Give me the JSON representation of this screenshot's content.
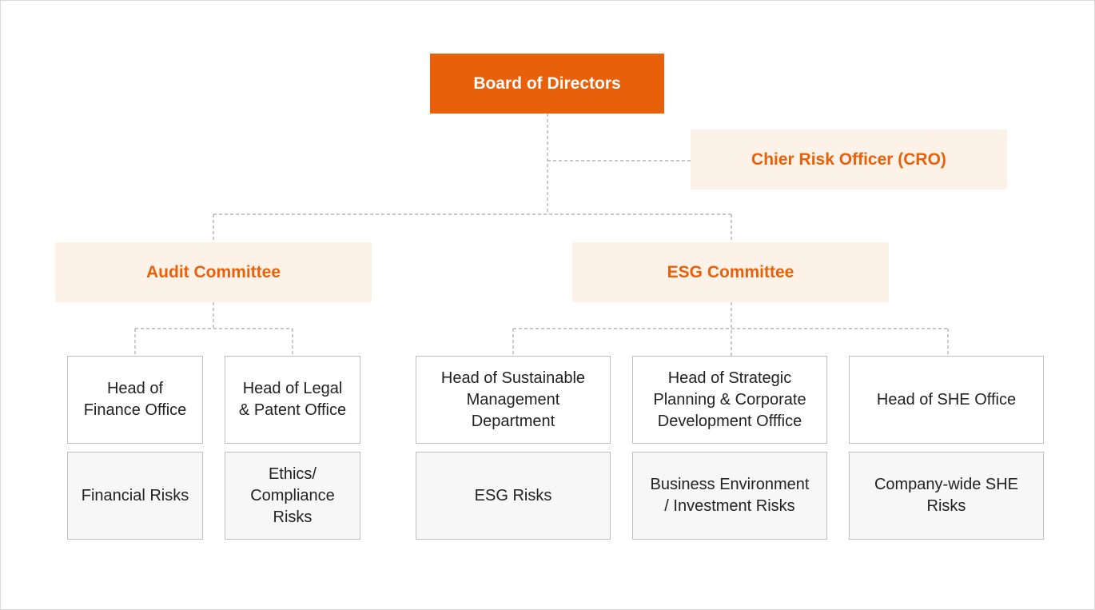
{
  "board": {
    "label": "Board of Directors"
  },
  "cro": {
    "label": "Chier Risk Officer (CRO)"
  },
  "committees": [
    {
      "label": "Audit Committee",
      "units": [
        {
          "head": "Head of\nFinance Office",
          "risk": "Financial Risks"
        },
        {
          "head": "Head of Legal\n& Patent Office",
          "risk": "Ethics/\nCompliance\nRisks"
        }
      ]
    },
    {
      "label": "ESG Committee",
      "units": [
        {
          "head": "Head of Sustainable\nManagement\nDepartment",
          "risk": "ESG Risks"
        },
        {
          "head": "Head of Strategic\nPlanning & Corporate\nDevelopment Offfice",
          "risk": "Business Environment\n/ Investment Risks"
        },
        {
          "head": "Head of SHE Office",
          "risk": "Company-wide SHE\nRisks"
        }
      ]
    }
  ],
  "colors": {
    "accent": "#e8610a",
    "committee_fill": "#fdf2e8",
    "risk_fill": "#f7f7f7",
    "border": "#bfbfbf",
    "connector": "#a6a6a6"
  }
}
